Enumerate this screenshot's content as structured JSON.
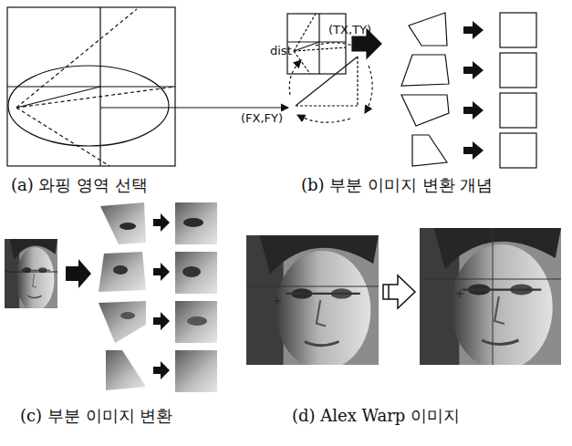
{
  "diagram": {
    "labels": [
      "dist",
      "(TX,TY)",
      "(FX,FY)",
      "(a) 와핑 영역 선택",
      "(b) 부분 이미지 변환 개념",
      "(c) 부분 이미지 변환",
      "(d) Alex Warp 이미지"
    ]
  }
}
